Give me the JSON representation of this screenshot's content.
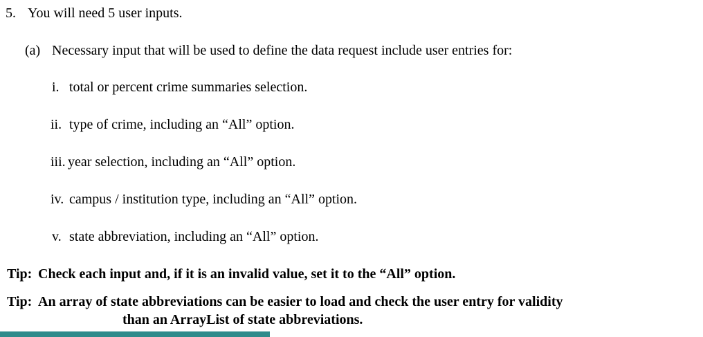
{
  "colors": {
    "page_background": "#ffffff",
    "text": "#000000",
    "accent_bar": "#2e8b8b",
    "accent_bar_style": "background-color:#2e8b8b;"
  },
  "document": {
    "item": {
      "marker": "5.",
      "text": "You will need 5 user inputs."
    },
    "sub_item": {
      "marker": "(a)",
      "text": "Necessary input that will be used to define the data request include user entries for:"
    },
    "roman_list": [
      {
        "marker": "i.",
        "text": "total or percent crime summaries selection."
      },
      {
        "marker": "ii.",
        "text": "type of crime, including an “All” option."
      },
      {
        "marker": "iii.",
        "text": "year selection, including an “All” option."
      },
      {
        "marker": "iv.",
        "text": "campus / institution type, including an “All” option."
      },
      {
        "marker": "v.",
        "text": "state abbreviation, including an “All” option."
      }
    ],
    "tips": [
      {
        "marker": "Tip:",
        "line1": "Check each input and, if it is an invalid value, set it to the “All” option.",
        "line2": ""
      },
      {
        "marker": "Tip:",
        "line1": "An array of state abbreviations can be easier to load and check the user entry for validity",
        "line2": "than an ArrayList of state abbreviations."
      }
    ]
  }
}
